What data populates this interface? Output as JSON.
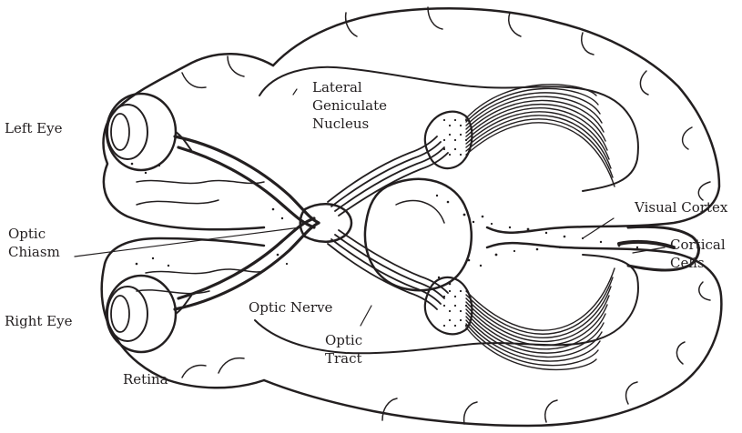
{
  "diagram": {
    "labels": {
      "left_eye": "Left Eye",
      "right_eye": "Right Eye",
      "optic_chiasm_line1": "Optic",
      "optic_chiasm_line2": "Chiasm",
      "lgn_line1": "Lateral",
      "lgn_line2": "Geniculate",
      "lgn_line3": "Nucleus",
      "visual_cortex": "Visual Cortex",
      "cortical_cells_line1": "Cortical",
      "cortical_cells_line2": "Cells",
      "optic_nerve": "Optic Nerve",
      "optic_tract_line1": "Optic",
      "optic_tract_line2": "Tract",
      "retina": "Retina"
    },
    "colors": {
      "ink": "#231f20",
      "paper": "#ffffff"
    }
  }
}
